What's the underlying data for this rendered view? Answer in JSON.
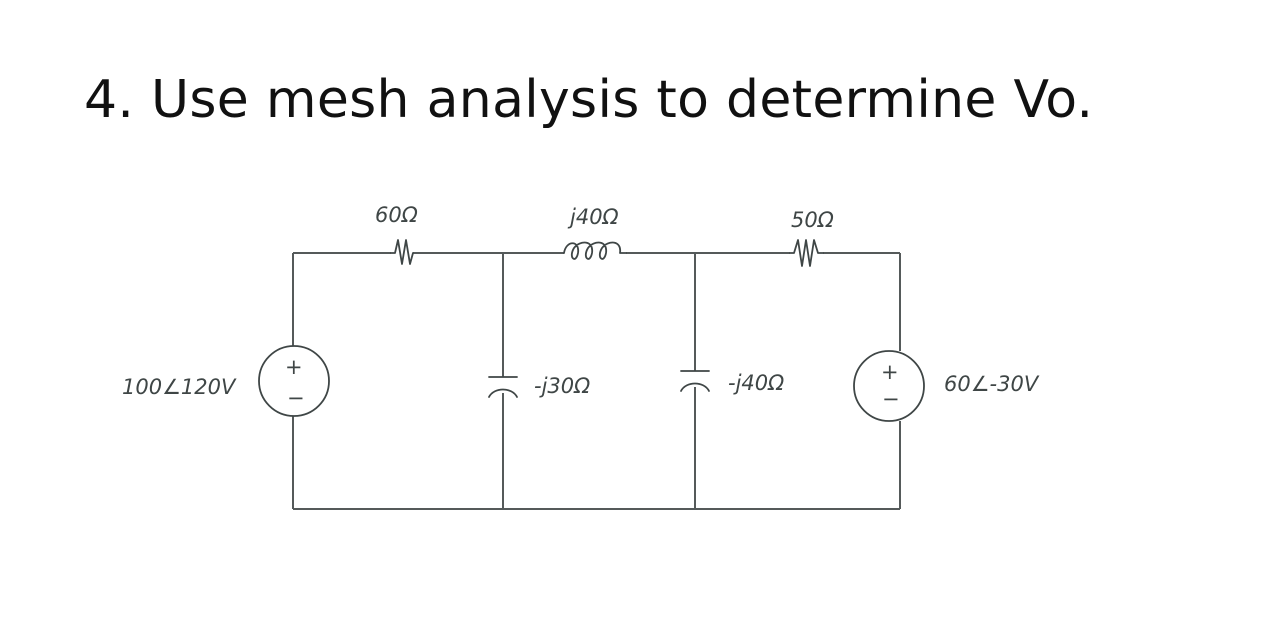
{
  "title": "4. Use mesh analysis to determine Vo.",
  "components": {
    "r60": "60Ω",
    "l40": "j40Ω",
    "r50": "50Ω",
    "c30": "-j30Ω",
    "c40": "-j40Ω",
    "src_left": "100∠120V",
    "src_right": "60∠-30V",
    "plus": "+",
    "minus": "−"
  },
  "colors": {
    "wire": "#555a5a",
    "ink": "#3f4646",
    "text": "#111111"
  }
}
